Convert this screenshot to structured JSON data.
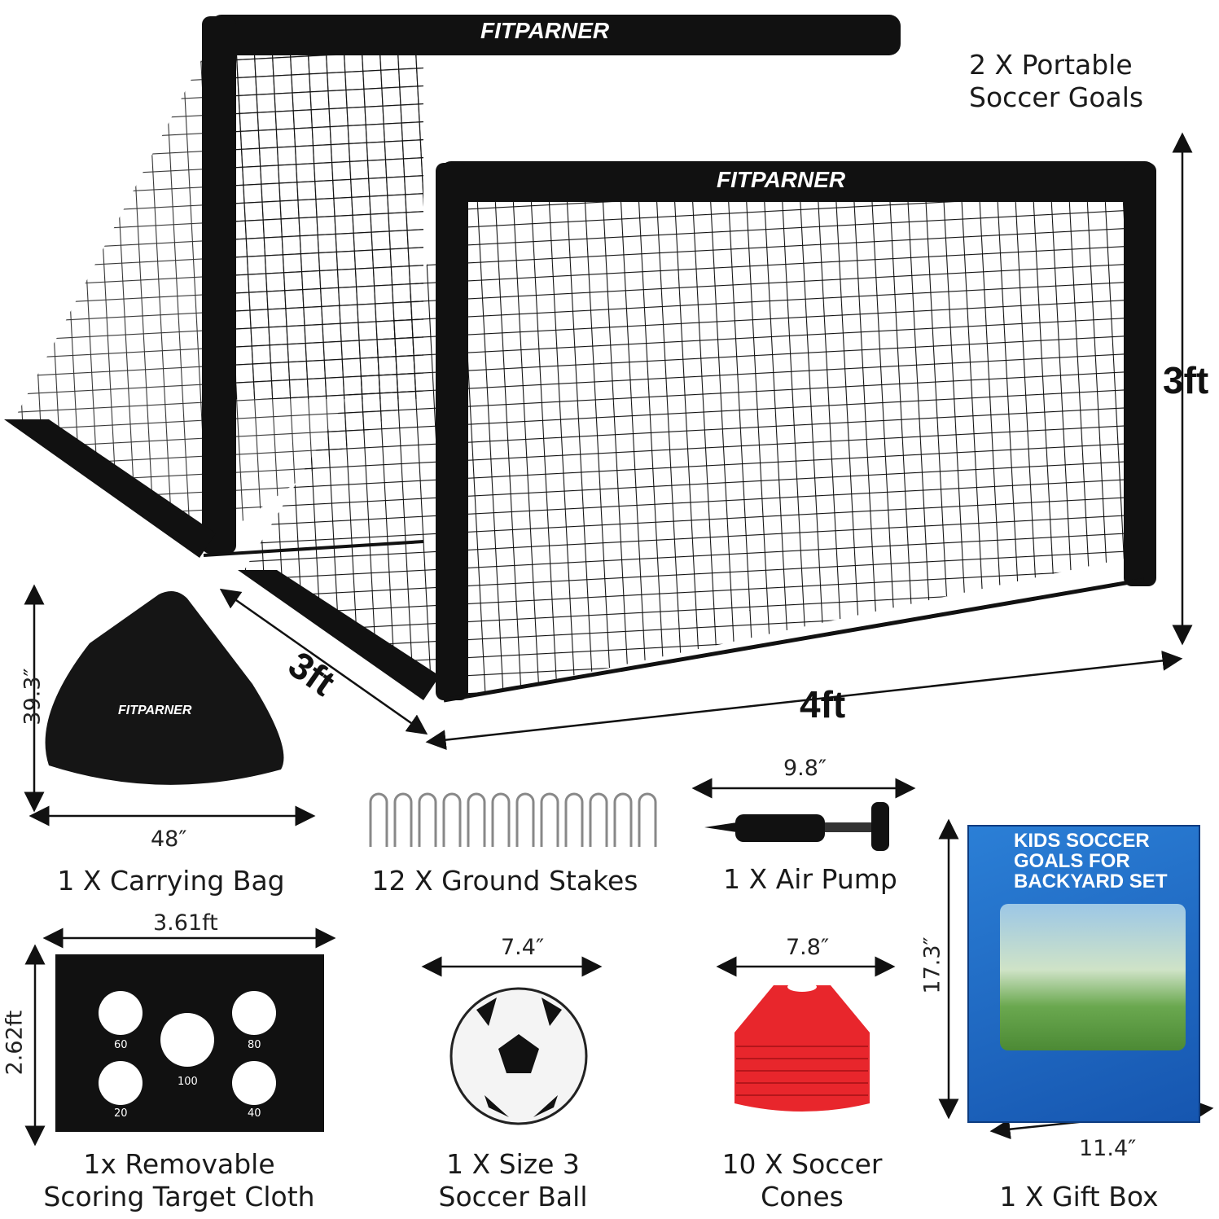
{
  "brand": "FITPARNER",
  "goals": {
    "label": "2 X Portable\nSoccer Goals",
    "height": "3ft",
    "depth": "3ft",
    "width": "4ft"
  },
  "bag": {
    "label": "1 X Carrying Bag",
    "height": "39.3″",
    "width": "48″"
  },
  "stakes": {
    "label": "12 X Ground Stakes"
  },
  "pump": {
    "label": "1 X Air Pump",
    "width": "9.8″"
  },
  "target": {
    "label": "1x Removable\nScoring Target Cloth",
    "width": "3.61ft",
    "height": "2.62ft",
    "scores": [
      "60",
      "80",
      "100",
      "20",
      "40"
    ]
  },
  "ball": {
    "label": "1 X Size 3\nSoccer Ball",
    "width": "7.4″"
  },
  "cones": {
    "label": "10 X Soccer\nCones",
    "width": "7.8″",
    "color": "#e8262c"
  },
  "giftbox": {
    "label": "1 X Gift Box",
    "height": "17.3″",
    "width": "11.4″",
    "title": "KIDS SOCCER GOALS FOR BACKYARD SET",
    "color": "#1e6ac4"
  }
}
